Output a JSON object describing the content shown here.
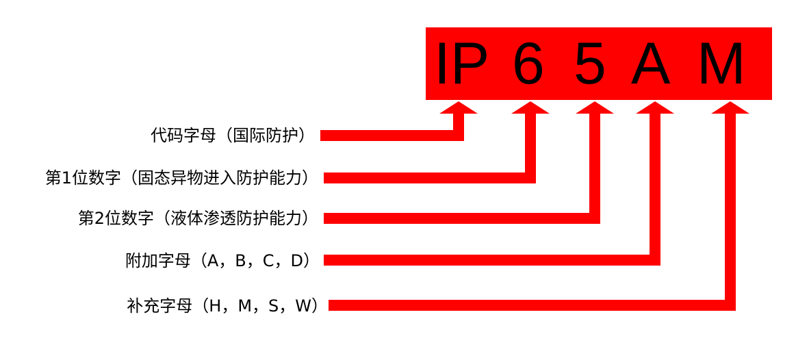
{
  "code": {
    "chars": [
      "IP",
      "6",
      "5",
      "A",
      "M"
    ],
    "box_color": "#fe0000"
  },
  "labels": [
    "代码字母（国际防护）",
    "第1位数字（固态异物进入防护能力）",
    "第2位数字（液体渗透防护能力）",
    "附加字母（A，B，C，D）",
    "补充字母（H，M，S，W）"
  ],
  "arrow_color": "#fe0000"
}
